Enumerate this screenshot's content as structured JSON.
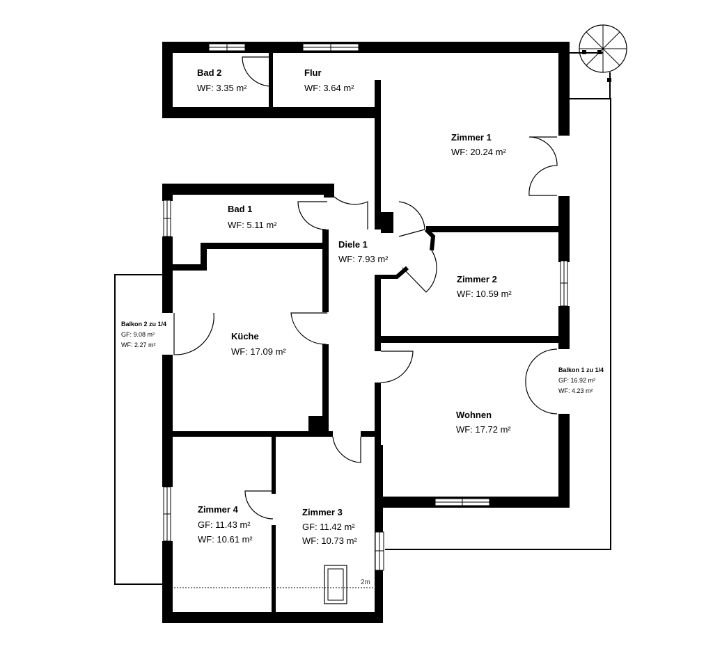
{
  "rooms": {
    "bad2": {
      "name": "Bad 2",
      "wf": "WF: 3.35 m²"
    },
    "flur": {
      "name": "Flur",
      "wf": "WF: 3.64 m²"
    },
    "zimmer1": {
      "name": "Zimmer 1",
      "wf": "WF: 20.24 m²"
    },
    "bad1": {
      "name": "Bad 1",
      "wf": "WF: 5.11 m²"
    },
    "diele1": {
      "name": "Diele 1",
      "wf": "WF:  7.93 m²"
    },
    "zimmer2": {
      "name": "Zimmer 2",
      "wf": "WF: 10.59 m²"
    },
    "kueche": {
      "name": "Küche",
      "wf": "WF: 17.09 m²"
    },
    "wohnen": {
      "name": "Wohnen",
      "wf": "WF: 17.72 m²"
    },
    "zimmer4": {
      "name": "Zimmer 4",
      "gf": "GF: 11.43 m²",
      "wf": "WF: 10.61 m²"
    },
    "zimmer3": {
      "name": "Zimmer 3",
      "gf": "GF: 11.42 m²",
      "wf": "WF: 10.73 m²"
    }
  },
  "balconies": {
    "balkon2": {
      "name": "Balkon 2 zu 1/4",
      "gf": "GF: 9.08 m²",
      "wf": "WF: 2.27 m²"
    },
    "balkon1": {
      "name": "Balkon 1 zu 1/4",
      "gf": "GF: 16.92 m²",
      "wf": "WF: 4.23 m²"
    }
  },
  "annotations": {
    "height_line": "2m"
  },
  "colors": {
    "wall": "#000000",
    "background": "#ffffff"
  }
}
